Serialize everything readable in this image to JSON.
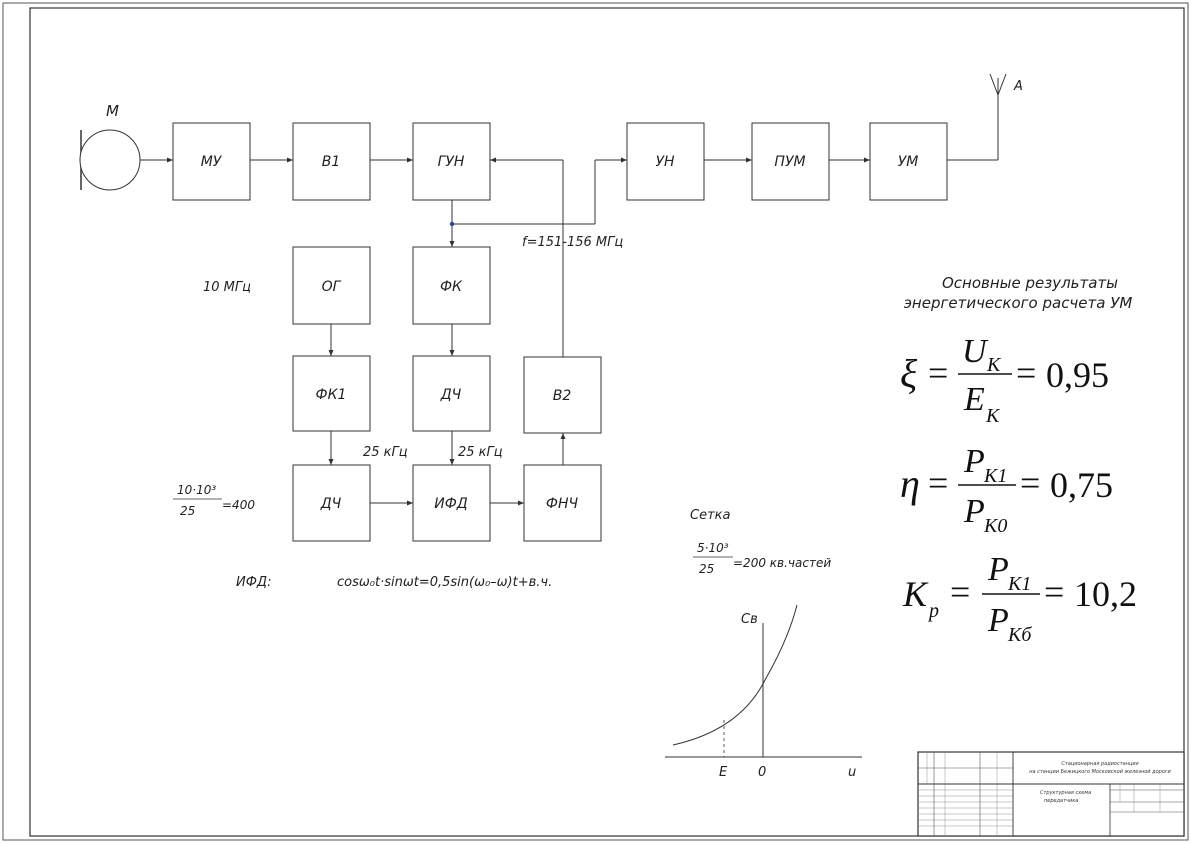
{
  "diagram": {
    "microphone_label": "М",
    "antenna_label": "А",
    "blocks": {
      "mu": "МУ",
      "v1": "В1",
      "gun": "ГУН",
      "un": "УН",
      "pum": "ПУМ",
      "um": "УМ",
      "og": "ОГ",
      "fk": "ФК",
      "fk1": "ФК1",
      "dch_mid": "ДЧ",
      "v2": "В2",
      "dch_low": "ДЧ",
      "ifd": "ИФД",
      "fnch": "ФНЧ"
    },
    "labels": {
      "freq_range": "f=151-156 МГц",
      "osc_freq": "10 МГц",
      "freq_25_left": "25 кГц",
      "freq_25_right": "25 кГц",
      "ratio_num": "10·10³",
      "ratio_den": "25",
      "ratio_result": "=400",
      "ifd_prefix": "ИФД:",
      "ifd_formula": "cosω₀t·sinωt=0,5sin(ω₀–ω)t+в.ч."
    }
  },
  "grid_note": {
    "title": "Сетка",
    "num": "5·10³",
    "den": "25",
    "result": "=200 кв.частей"
  },
  "graph": {
    "y_label": "Св",
    "x_label": "u",
    "origin_label": "0",
    "e_label": "E"
  },
  "results": {
    "title_line1": "Основные результаты",
    "title_line2": "энергетического расчета УМ",
    "eq1": {
      "lhs": "ξ",
      "num": "U",
      "num_sub": "K",
      "den": "E",
      "den_sub": "K",
      "value": "0,95"
    },
    "eq2": {
      "lhs": "η",
      "num": "P",
      "num_sub": "K1",
      "den": "P",
      "den_sub": "K0",
      "value": "0,75"
    },
    "eq3": {
      "lhs": "K",
      "lhs_sub": "p",
      "num": "P",
      "num_sub": "K1",
      "den": "P",
      "den_sub": "Kб",
      "value": "10,2"
    }
  },
  "title_block": {
    "org_line1": "Стационарная радиостанция",
    "org_line2": "на станции Бежицкого Московской железной дороги",
    "doc_line1": "Структурная схема",
    "doc_line2": "передатчика"
  }
}
